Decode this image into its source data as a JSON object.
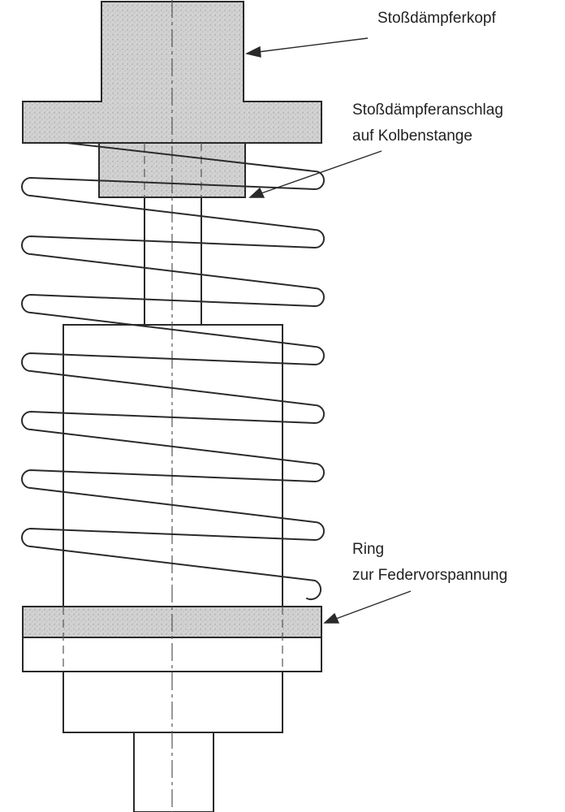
{
  "diagram": {
    "labels": {
      "head": "Stoßdämpferkopf",
      "stop_line1": "Stoßdämpferanschlag",
      "stop_line2": "auf Kolbenstange",
      "ring_line1": "Ring",
      "ring_line2": "zur Federvorspannung"
    },
    "colors": {
      "stroke": "#2a2a2a",
      "hatch_fill": "#d0d0d0",
      "background": "#ffffff",
      "centerline": "#555555"
    }
  }
}
